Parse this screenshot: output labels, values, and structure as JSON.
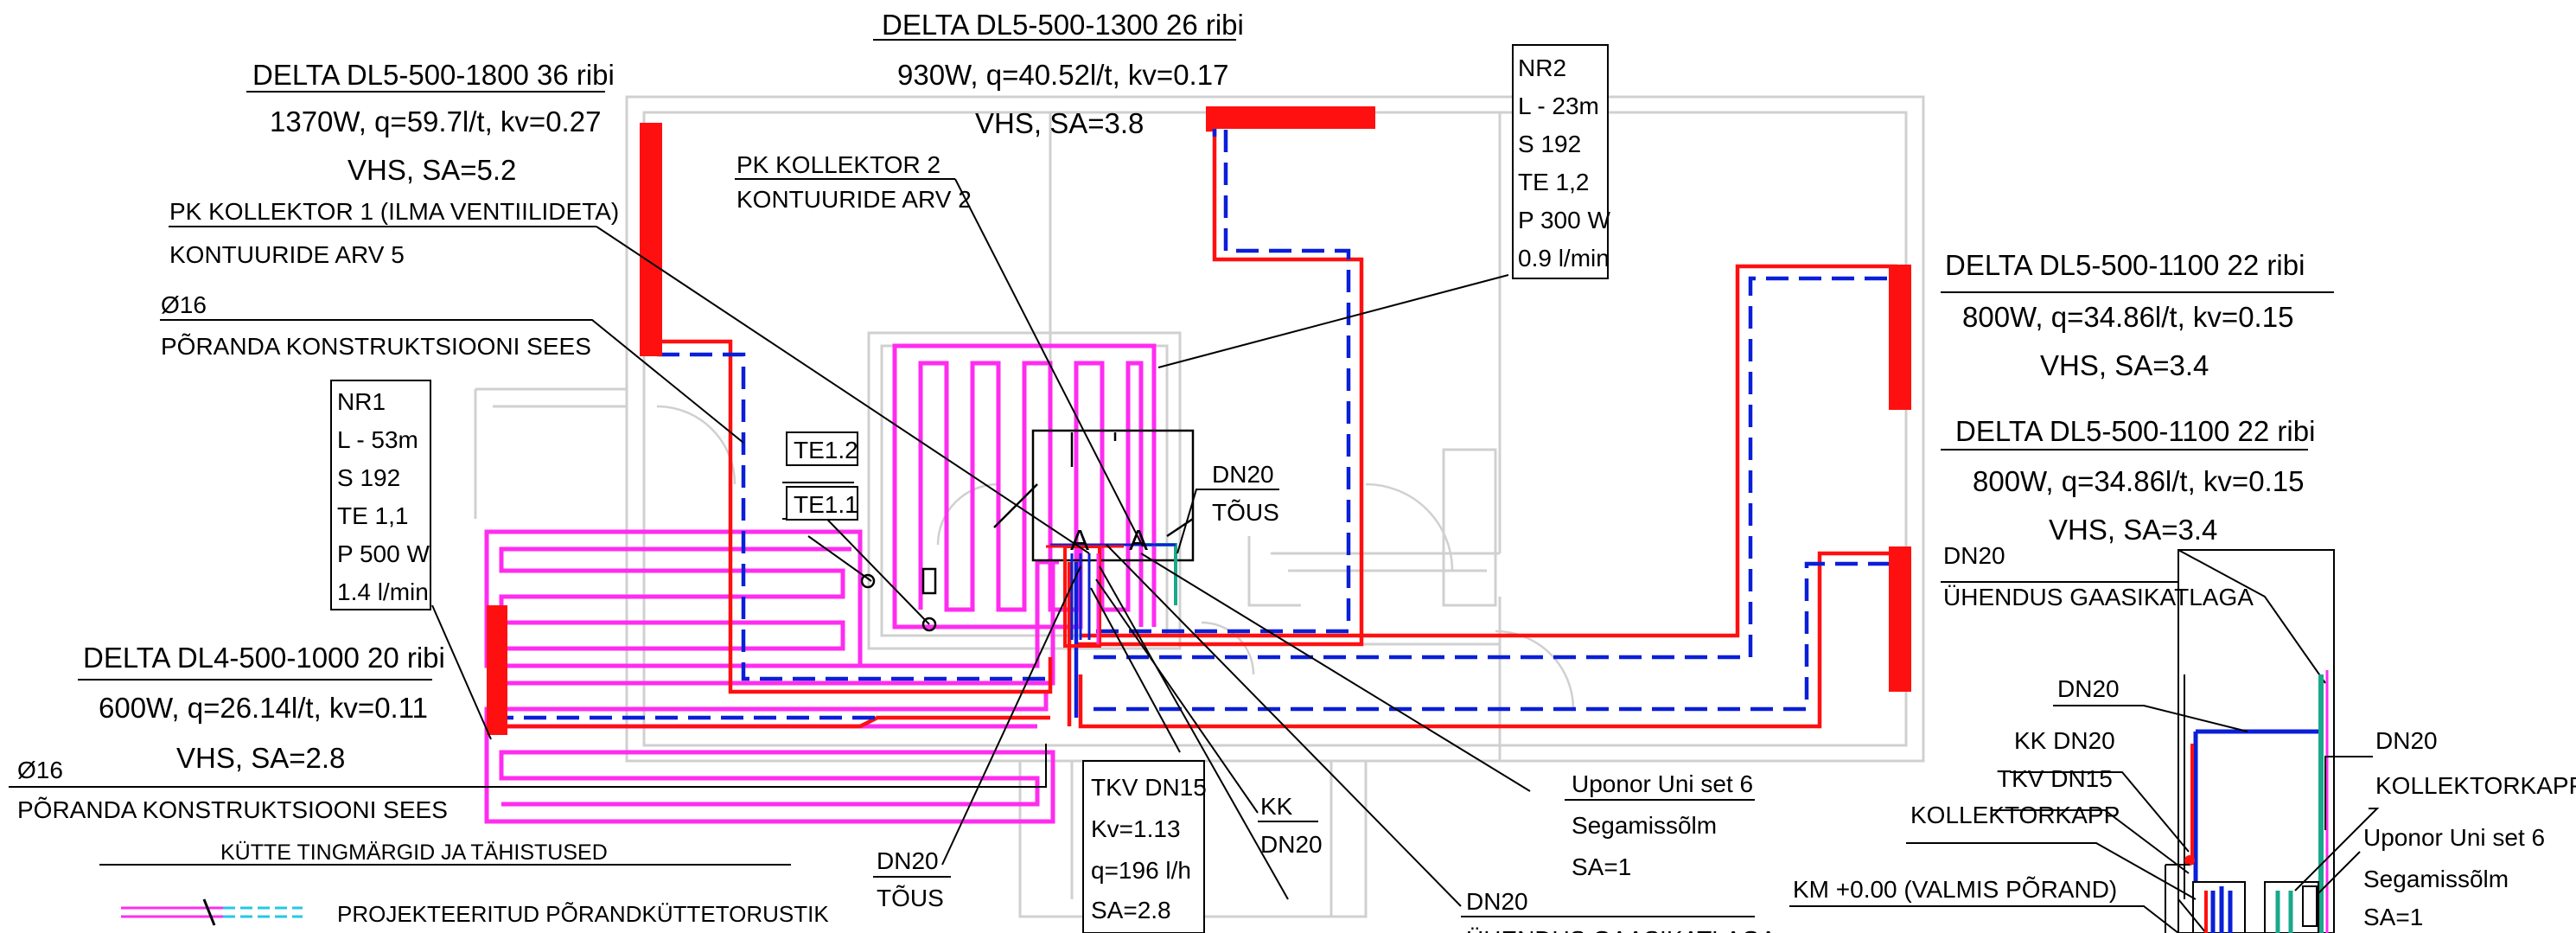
{
  "radiators": {
    "r1800": {
      "model": "DELTA DL5-500-1800 36 ribi",
      "spec": "1370W, q=59.7l/t, kv=0.27",
      "vhs": "VHS, SA=5.2"
    },
    "r1300": {
      "model": "DELTA DL5-500-1300 26 ribi",
      "spec": "930W, q=40.52l/t, kv=0.17",
      "vhs": "VHS, SA=3.8"
    },
    "r1100a": {
      "model": "DELTA DL5-500-1100 22 ribi",
      "spec": "800W, q=34.86l/t, kv=0.15",
      "vhs": "VHS, SA=3.4"
    },
    "r1100b": {
      "model": "DELTA DL5-500-1100 22 ribi",
      "spec": "800W, q=34.86l/t, kv=0.15",
      "vhs": "VHS, SA=3.4"
    },
    "r1000": {
      "model": "DELTA DL4-500-1000 20 ribi",
      "spec": "600W, q=26.14l/t, kv=0.11",
      "vhs": "VHS, SA=2.8"
    }
  },
  "collectors": {
    "pk1": {
      "title": "PK KOLLEKTOR 1  (ILMA VENTIILIDETA)",
      "sub": "KONTUURIDE ARV 5"
    },
    "pk2": {
      "title": "PK KOLLEKTOR 2",
      "sub": "KONTUURIDE ARV 2"
    }
  },
  "loops": {
    "nr1": [
      "NR1",
      "L - 53m",
      "S 192",
      "TE 1,1",
      "P 500 W",
      "1.4 l/min"
    ],
    "nr2": [
      "NR2",
      "L - 23m",
      "S 192",
      "TE 1,2",
      "P 300 W",
      "0.9 l/min"
    ]
  },
  "pipes": {
    "d16a": {
      "size": "Ø16",
      "desc": "PÕRANDA KONSTRUKTSIOONI SEES"
    },
    "d16b": {
      "size": "Ø16",
      "desc": "PÕRANDA KONSTRUKTSIOONI SEES"
    }
  },
  "tags": {
    "te12": "TE1.2",
    "te11": "TE1.1"
  },
  "risers": {
    "riser1": {
      "size": "DN20",
      "label": "TÕUS"
    },
    "riser2": {
      "size": "DN20",
      "label": "TÕUS"
    }
  },
  "valves": {
    "tkv": [
      "TKV DN15",
      "Kv=1.13",
      "q=196 l/h",
      "SA=2.8"
    ],
    "kk": [
      "KK",
      "DN20"
    ]
  },
  "mixers": {
    "uponor1": [
      "Uponor Uni set 6",
      "Segamissõlm",
      "SA=1"
    ],
    "uponor2": [
      "Uponor Uni set 6",
      "Segamissõlm",
      "SA=1"
    ]
  },
  "connection": {
    "size": "DN20",
    "label": "ÜHENDUS GAASIKATLAGA",
    "bottom_size": "DN20",
    "bottom_label": "ÜHENDUS GAASIKATLAGA"
  },
  "detail": {
    "dn20_top": "DN20",
    "kk_dn20": "KK DN20",
    "tkv_dn15": "TKV DN15",
    "kollektorkapp_left": "KOLLEKTORKAPP",
    "dn20_right": "DN20",
    "kollektorkapp_right": "KOLLEKTORKAPP",
    "km_level": "KM +0.00 (VALMIS PÕRAND)"
  },
  "legend": {
    "title": "KÜTTE TINGMÄRGID JA TÄHISTUSED",
    "items": [
      "PROJEKTEERITUD PÕRANDKÜTTETORUSTIK"
    ]
  },
  "symbols": {
    "pump": "A"
  },
  "colors": {
    "supply": "#ff1010",
    "return": "#0a1fd8",
    "floor_loop": "#ff2cf0",
    "walls": "#d0d0d0",
    "legend_cyan": "#22c8e8",
    "teal": "#1aa88c"
  }
}
